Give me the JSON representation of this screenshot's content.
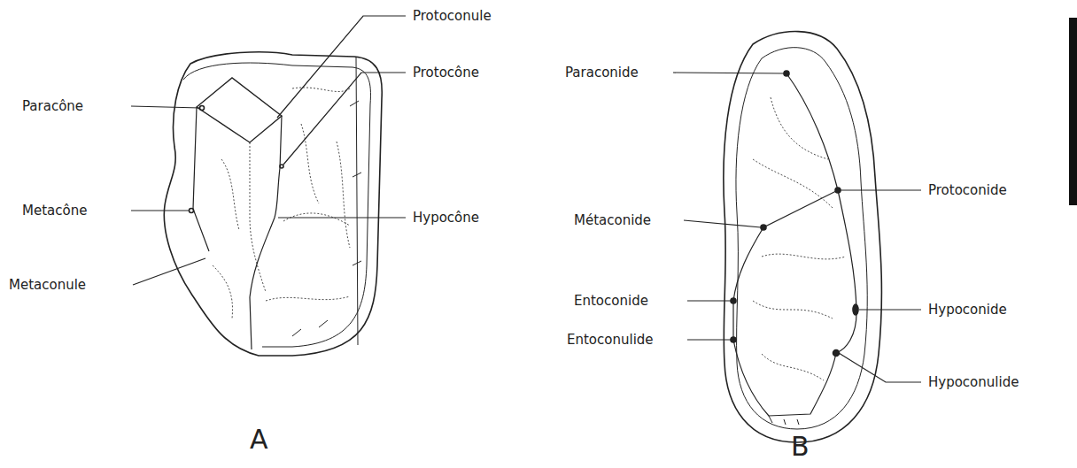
{
  "diagram": {
    "labels": [
      "Paracône",
      "Metacône",
      "Metaconule",
      "Protoconule",
      "Protocône",
      "Hypocône",
      "A",
      "Paraconide",
      "Métaconide",
      "Entoconide",
      "Entoconulide",
      "Protoconide",
      "Hypoconide",
      "Hypoconulide",
      "B"
    ]
  }
}
